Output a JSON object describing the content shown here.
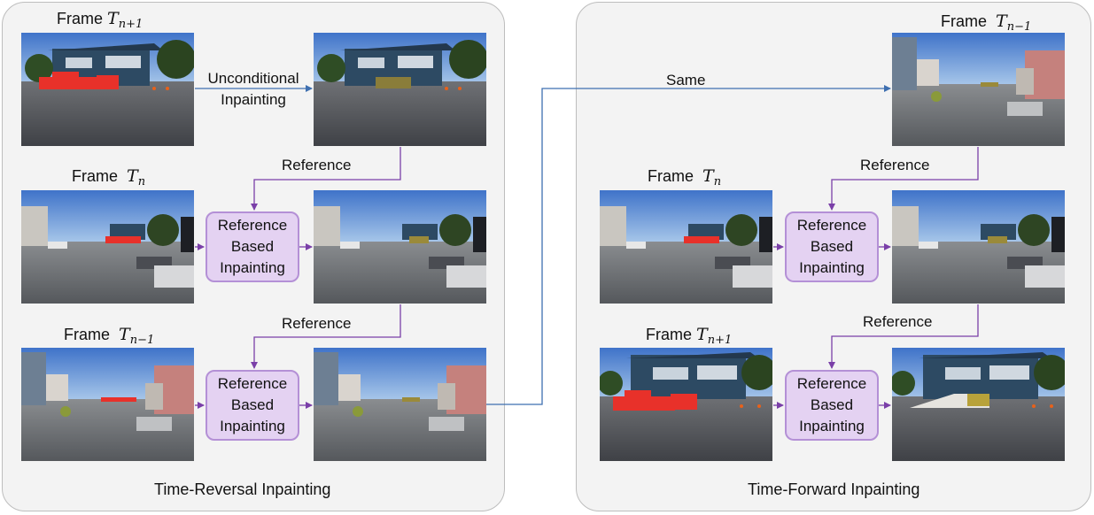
{
  "panels": {
    "left_title": "Time-Reversal Inpainting",
    "right_title": "Time-Forward Inpainting"
  },
  "frames": {
    "frame_word": "Frame",
    "T": "T",
    "n_plus_1": "n+1",
    "n": "n",
    "n_minus_1": "n−1"
  },
  "steps": {
    "unconditional_line1": "Unconditional",
    "unconditional_line2": "Inpainting",
    "reference": "Reference",
    "same": "Same",
    "ref_based_line1": "Reference",
    "ref_based_line2": "Based",
    "ref_based_line3": "Inpainting"
  },
  "colors": {
    "panel_bg": "#f3f3f3",
    "proc_fill": "#e4d2f2",
    "proc_border": "#b490d6",
    "arrow_blue": "#3e6fb0",
    "arrow_purple": "#7a3fa8",
    "mask_red": "#e8312a"
  }
}
